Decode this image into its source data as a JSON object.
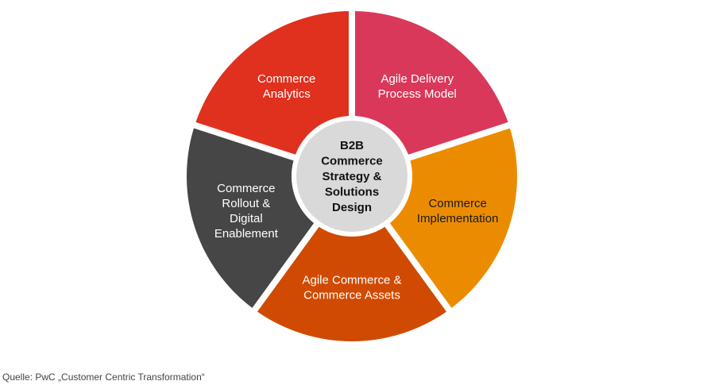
{
  "center": {
    "lines": [
      "B2B",
      "Commerce",
      "Strategy &",
      "Solutions",
      "Design"
    ],
    "color": "#d9d9d9"
  },
  "segments": [
    {
      "lines": [
        "Agile Delivery",
        "Process Model"
      ],
      "color": "#d9385a",
      "text_color": "#ffffff"
    },
    {
      "lines": [
        "Commerce",
        "Implementation"
      ],
      "color": "#eb8c00",
      "text_color": "#1a1a1a"
    },
    {
      "lines": [
        "Agile Commerce &",
        "Commerce Assets"
      ],
      "color": "#d04a02",
      "text_color": "#ffffff"
    },
    {
      "lines": [
        "Commerce",
        "Rollout &",
        "Digital",
        "Enablement"
      ],
      "color": "#464646",
      "text_color": "#ffffff"
    },
    {
      "lines": [
        "Commerce",
        "Analytics"
      ],
      "color": "#e0301e",
      "text_color": "#ffffff"
    }
  ],
  "source": "Quelle: PwC „Customer Centric Transformation“"
}
